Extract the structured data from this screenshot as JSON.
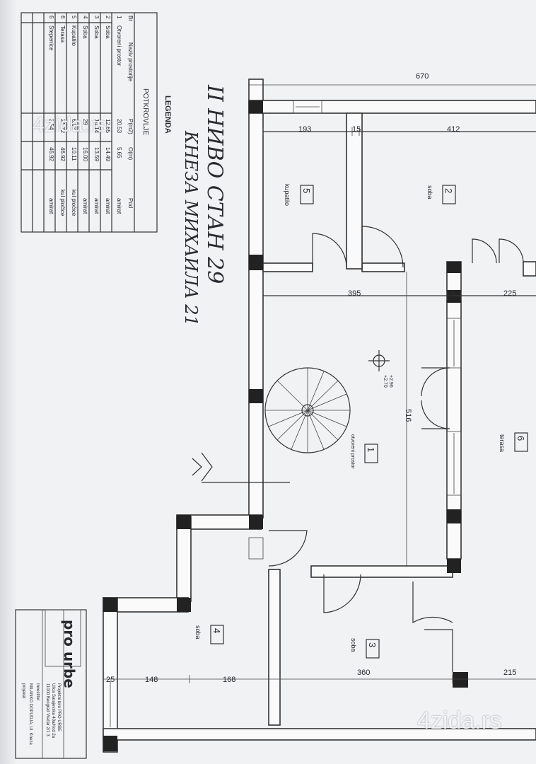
{
  "plan": {
    "heading_line1": "II НИВО СТАН 29",
    "heading_line2": "КНЕЗА МИХАИЛА 21"
  },
  "legend": {
    "title": "LEGENDA",
    "subtitle": "POTKROVLJE",
    "columns": [
      "Br",
      "Naziv prostorije",
      "P(m2)",
      "O(m)",
      "Pod"
    ],
    "rows": [
      [
        "1",
        "Otvoreni prostor",
        "20.53",
        "5.65",
        "amirat"
      ],
      [
        "2",
        "Soba",
        "12.65",
        "14.49",
        "amirat"
      ],
      [
        "3",
        "Soba",
        "14.14",
        "13.59",
        "amirat"
      ],
      [
        "4",
        "Soba",
        "29",
        "16.00",
        "amirat"
      ],
      [
        "5",
        "Kupatilo",
        "6.03",
        "10.11",
        "kul pločice"
      ],
      [
        "6",
        "Terasa",
        "21.72",
        "46.92",
        "kul pločice"
      ],
      [
        "6",
        "Stepenice",
        "2.54",
        "46.92",
        "amirat"
      ]
    ]
  },
  "rooms": [
    {
      "number": "5",
      "name": "kupatilo"
    },
    {
      "number": "2",
      "name": "soba"
    },
    {
      "number": "1",
      "name": "otvoreni prostor"
    },
    {
      "number": "6",
      "name": "terasa"
    },
    {
      "number": "4",
      "name": "soba"
    },
    {
      "number": "3",
      "name": "soba"
    }
  ],
  "dimensions": {
    "top": "670",
    "d193": "193",
    "d15": "15",
    "d412": "412",
    "d395": "395",
    "d25a": "25",
    "d225": "225",
    "d516": "516",
    "d25b": "25",
    "d148": "148",
    "d168": "168",
    "d360": "360",
    "d215": "215"
  },
  "level_mark": "+2.96",
  "level_mark2": "+2.70",
  "title_block": {
    "logo": "pro urbe",
    "lines": [
      "Projektni biro PRO URBE",
      "Ulica Sarajevska 40a/Kod 2a",
      "11000 Beograd Vračar 2/1 3"
    ],
    "investor": [
      "Investitor",
      "MILANKO DOPUDJA, Ul. Kneza",
      "projekat"
    ]
  },
  "watermark": {
    "top": "4zida.rs",
    "bottom": "4zida.rs"
  }
}
